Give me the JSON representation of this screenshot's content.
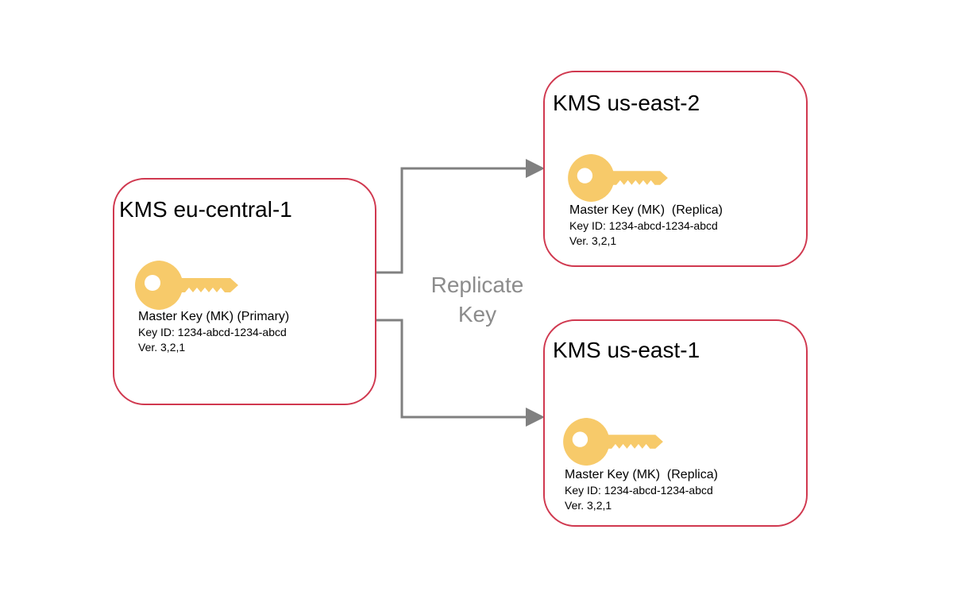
{
  "diagram": {
    "edge_label": {
      "line1": "Replicate",
      "line2": "Key"
    },
    "regions": {
      "eu_central_1": {
        "title": "KMS eu-central-1",
        "key": {
          "label": "Master Key (MK) (Primary)",
          "key_id": "Key ID: 1234-abcd-1234-abcd",
          "version": "Ver. 3,2,1",
          "icon": "key-icon"
        }
      },
      "us_east_2": {
        "title": "KMS us-east-2",
        "key": {
          "label": "Master Key (MK)  (Replica)",
          "key_id": "Key ID: 1234-abcd-1234-abcd",
          "version": "Ver. 3,2,1",
          "icon": "key-icon"
        }
      },
      "us_east_1": {
        "title": "KMS us-east-1",
        "key": {
          "label": "Master Key (MK)  (Replica)",
          "key_id": "Key ID: 1234-abcd-1234-abcd",
          "version": "Ver. 3,2,1",
          "icon": "key-icon"
        }
      }
    },
    "colors": {
      "border": "#d0384f",
      "key": "#f7ca6a",
      "connector": "#808080",
      "edge_label": "#8c8c8c"
    }
  }
}
